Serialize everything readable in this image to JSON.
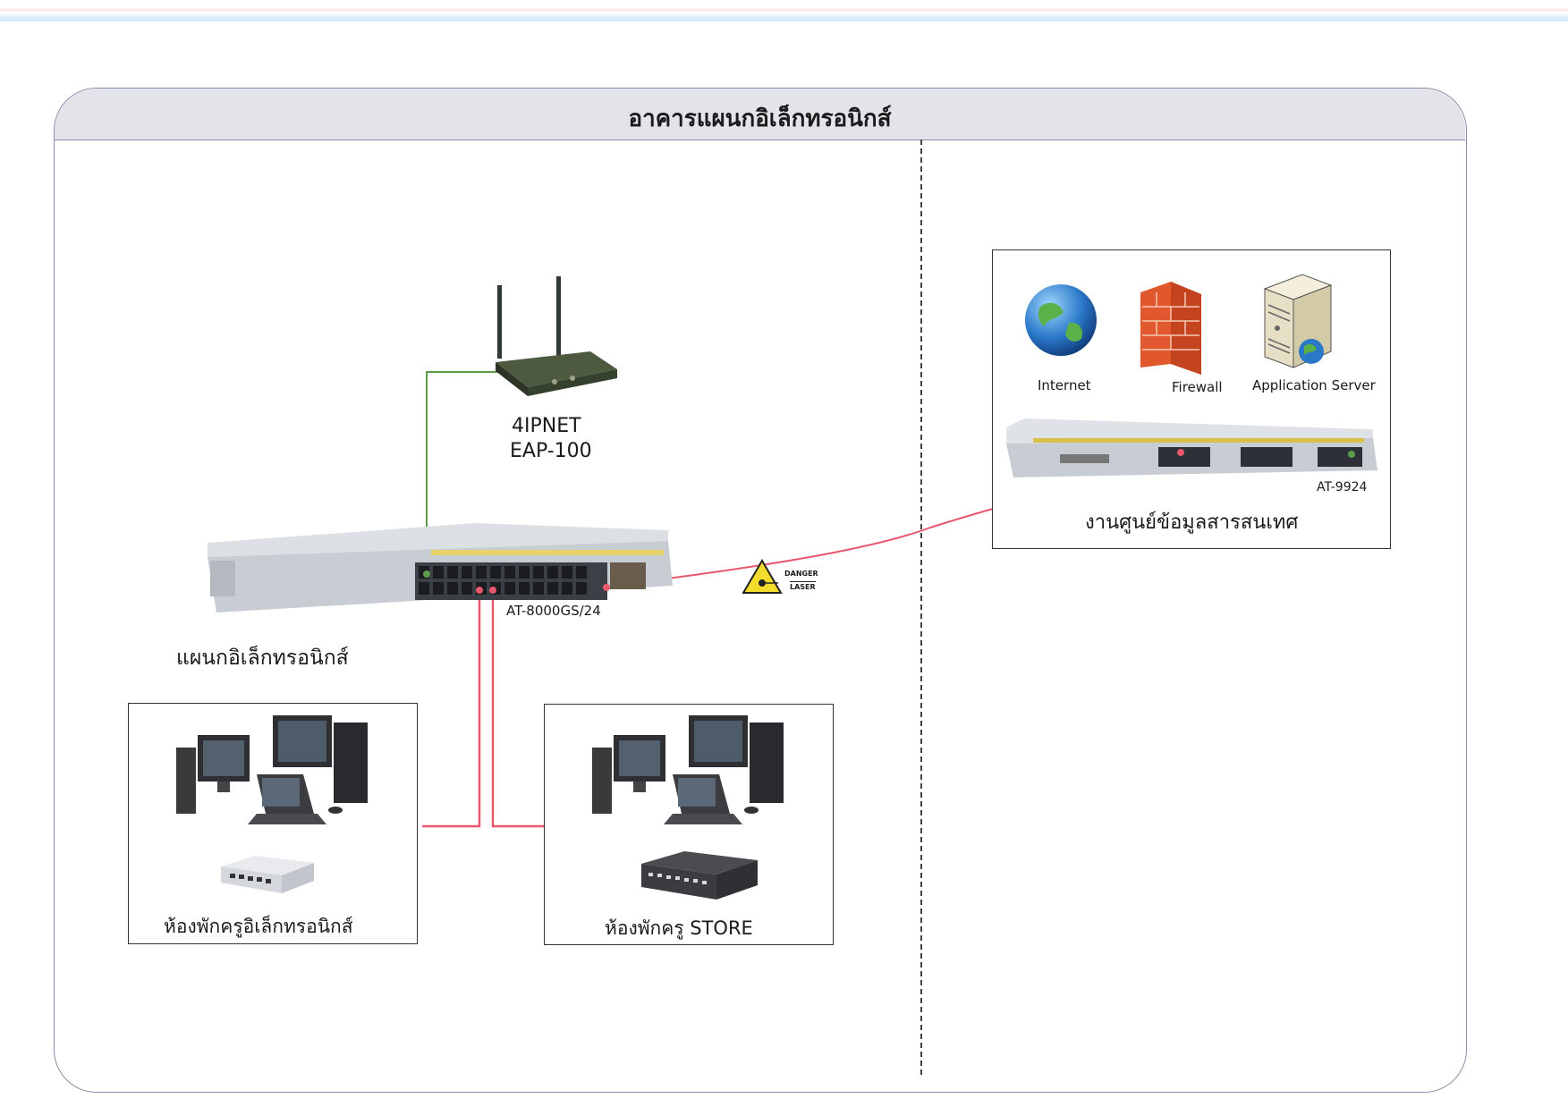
{
  "building_title": "อาคารแผนกอิเล็กทรอนิกส์",
  "access_point": {
    "line1": "4IPNET",
    "line2": "EAP-100"
  },
  "main_switch": {
    "model": "AT-8000GS/24",
    "location": "แผนกอิเล็กทรอนิกส์"
  },
  "laser_sign": {
    "line1": "DANGER",
    "line2": "LASER"
  },
  "datacenter": {
    "internet": "Internet",
    "firewall": "Firewall",
    "app_server": "Application Server",
    "core_switch": "AT-9924",
    "room_label": "งานศูนย์ข้อมูลสารสนเทศ"
  },
  "rooms": [
    {
      "label": "ห้องพักครูอิเล็กทรอนิกส์"
    },
    {
      "label": "ห้องพักครู STORE"
    }
  ],
  "colors": {
    "fiber_link": "#e8586d",
    "copper_link": "#5a9c48",
    "frame_border": "#8b8ea8"
  }
}
